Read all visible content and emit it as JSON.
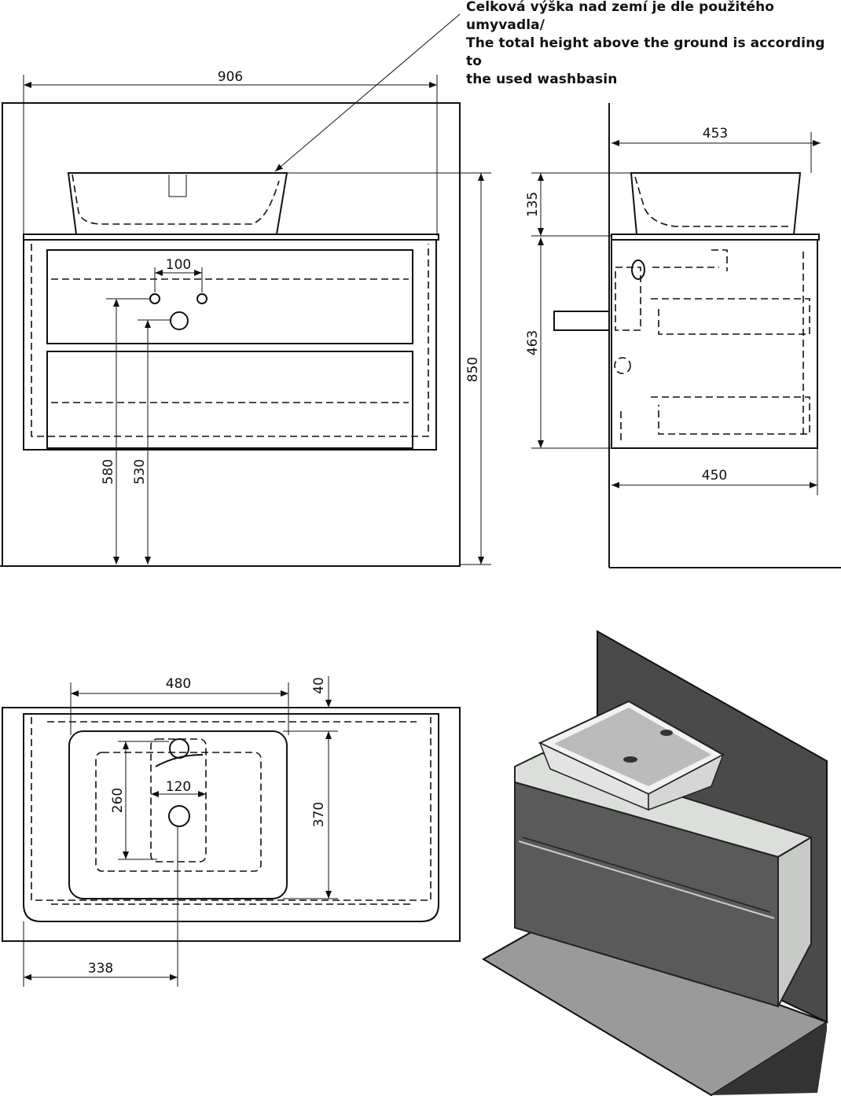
{
  "note": {
    "line1": "Celková výška nad zemí je dle použitého umyvadla/",
    "line2": "The total height above the ground is according to",
    "line3": "the used washbasin"
  },
  "front_view": {
    "width": "906",
    "height": "850",
    "tap_spacing": "100",
    "height_580": "580",
    "height_530": "530"
  },
  "side_view": {
    "depth_top": "453",
    "basin_height": "135",
    "cabinet_height": "463",
    "depth_bottom": "450"
  },
  "top_view": {
    "basin_width": "480",
    "back_offset": "40",
    "basin_depth": "370",
    "inner_depth": "260",
    "drain_offset": "120",
    "center_offset": "338"
  },
  "colors": {
    "wall_3d": "#4a4a4a",
    "floor_3d": "#9a9a9a",
    "cabinet_3d": "#5a5a5a",
    "top_3d": "#dcdedb"
  }
}
